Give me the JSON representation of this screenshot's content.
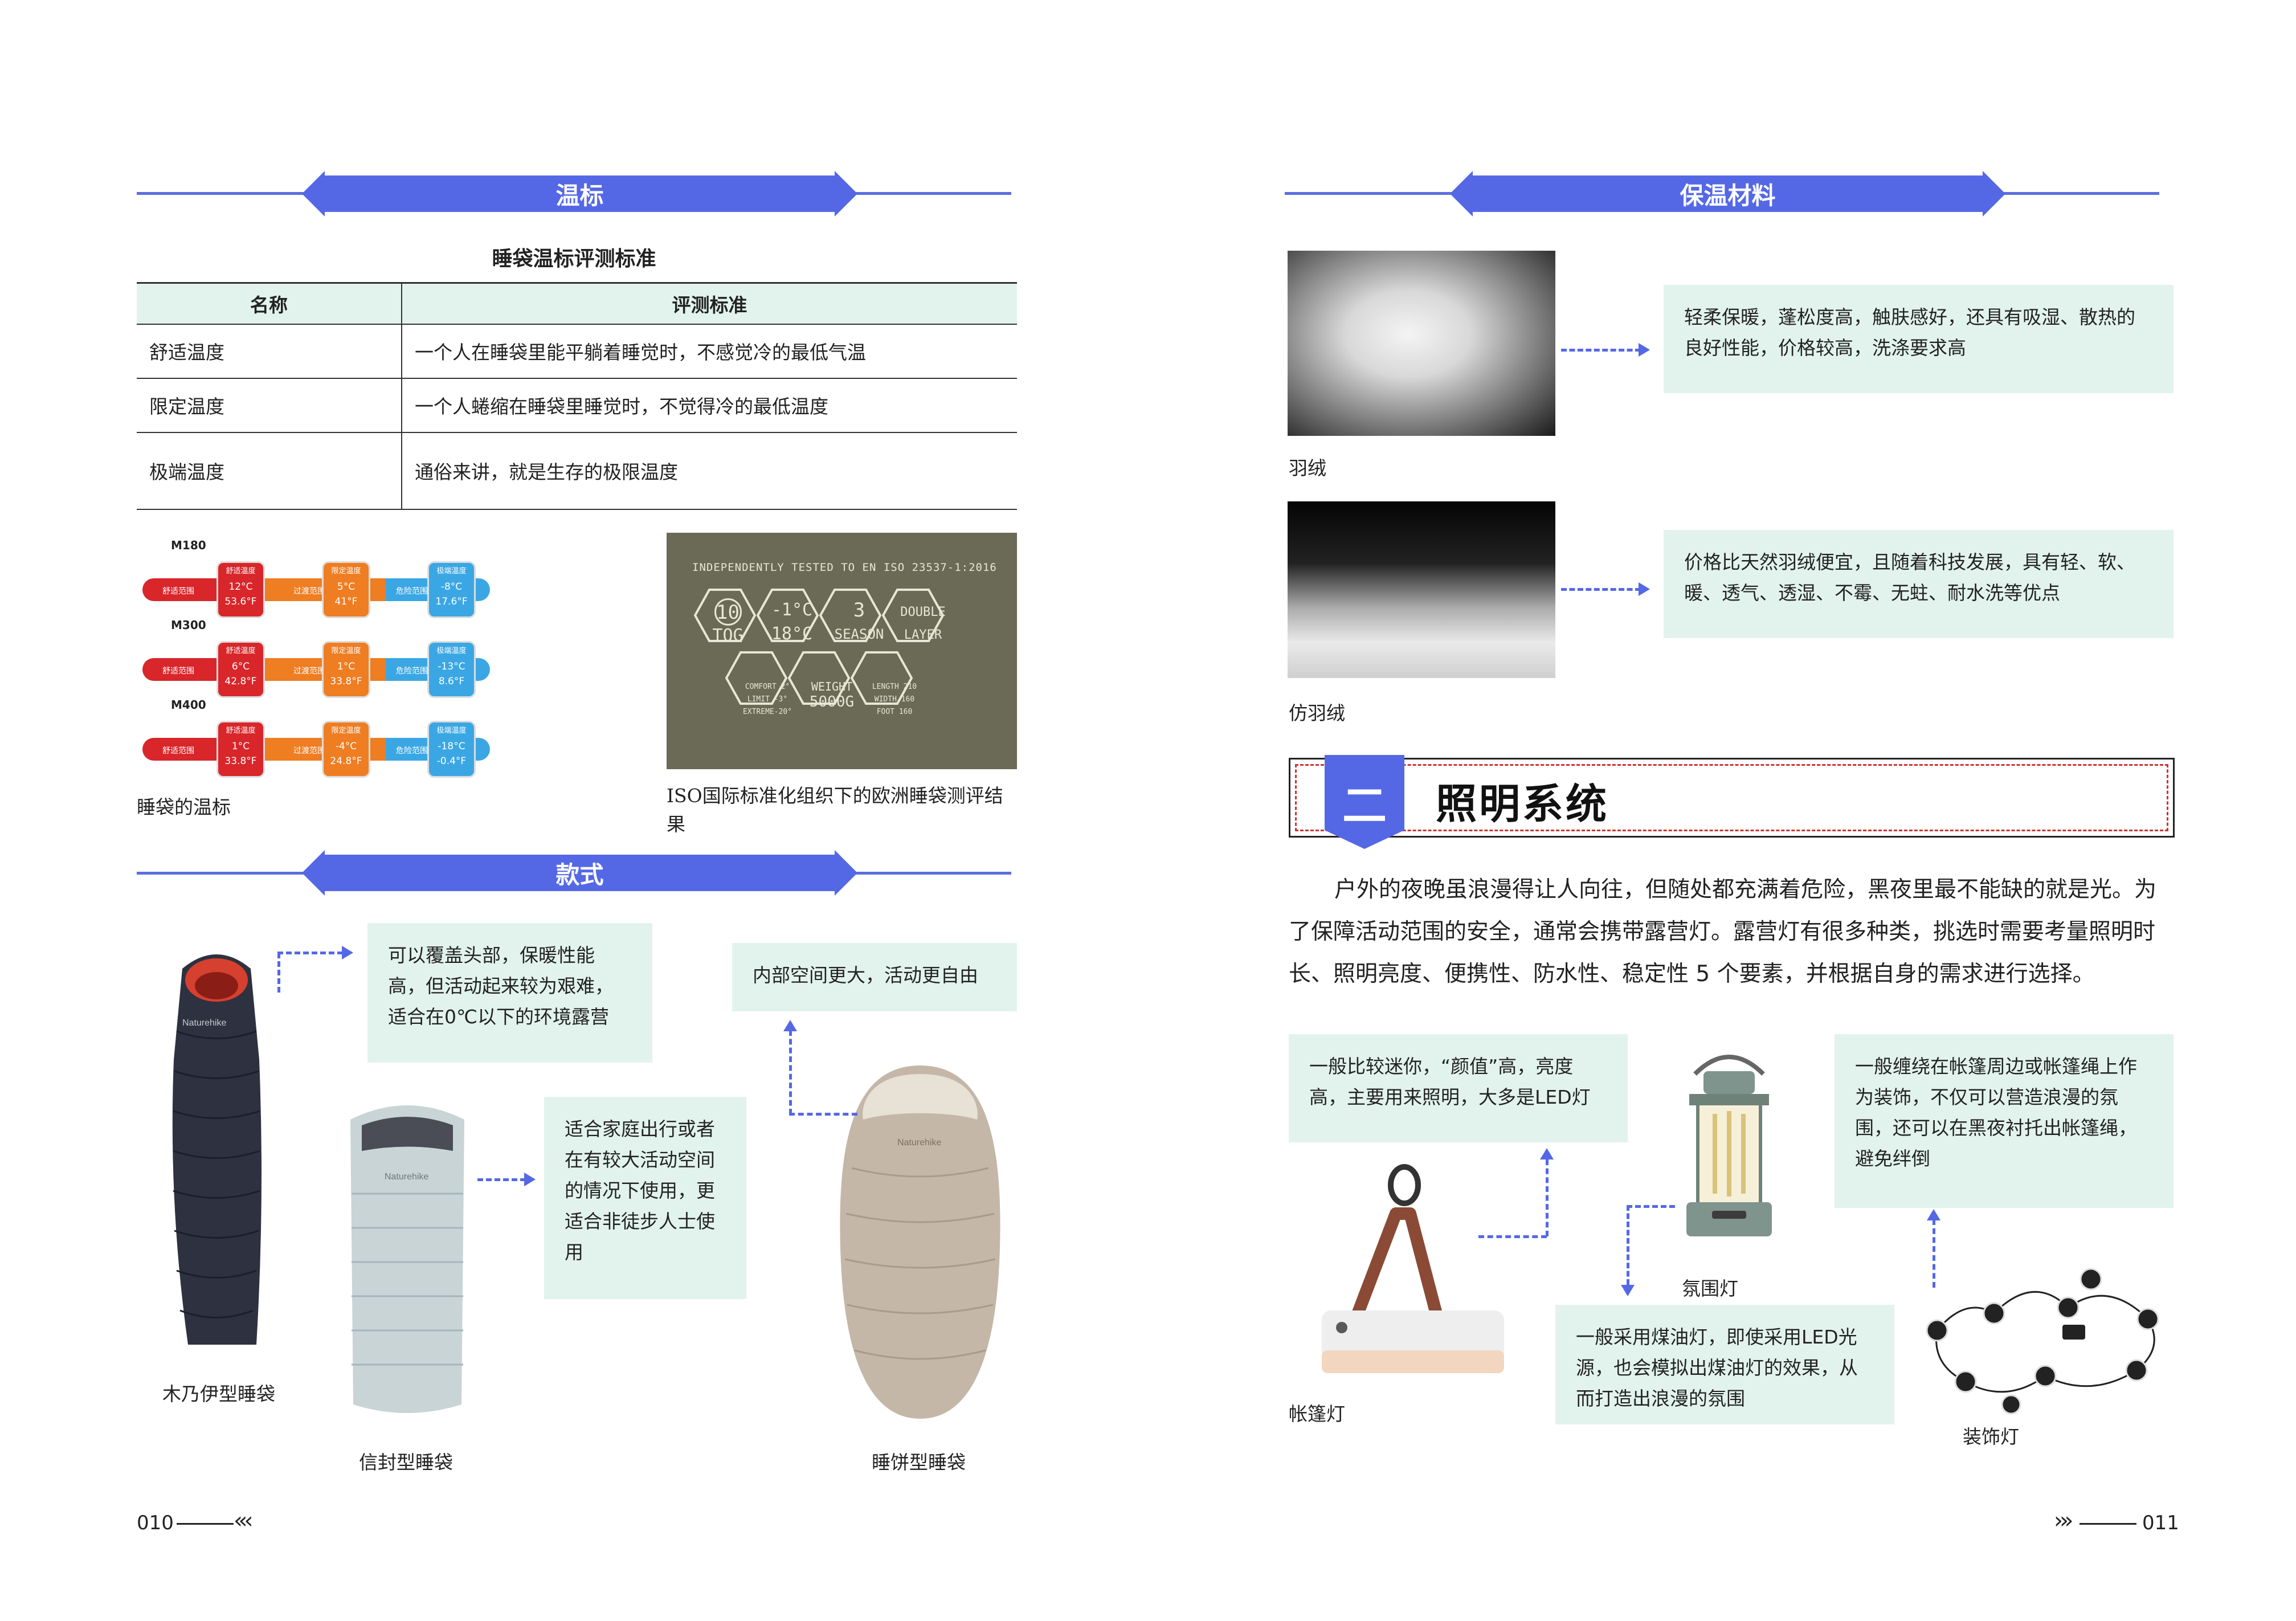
{
  "left_page": {
    "section_temp": "温标",
    "table_title": "睡袋温标评测标准",
    "table_headers": [
      "名称",
      "评测标准"
    ],
    "table_rows": [
      [
        "舒适温度",
        "一个人在睡袋里能平躺着睡觉时，不感觉冷的最低气温"
      ],
      [
        "限定温度",
        "一个人蜷缩在睡袋里睡觉时，不觉得冷的最低温度"
      ],
      [
        "极端温度",
        "通俗来讲，就是生存的极限温度"
      ]
    ],
    "scale": {
      "labels": {
        "comfort": "舒适温度",
        "transition": "过渡范围",
        "limit": "限定温度",
        "danger": "危险范围",
        "extreme": "极端温度",
        "comfort_range": "舒适范围"
      },
      "rows": [
        {
          "name": "M180",
          "comfort_c": "12°C",
          "comfort_f": "53.6°F",
          "limit_c": "5°C",
          "limit_f": "41°F",
          "extreme_c": "-8°C",
          "extreme_f": "17.6°F"
        },
        {
          "name": "M300",
          "comfort_c": "6°C",
          "comfort_f": "42.8°F",
          "limit_c": "1°C",
          "limit_f": "33.8°F",
          "extreme_c": "-13°C",
          "extreme_f": "8.6°F"
        },
        {
          "name": "M400",
          "comfort_c": "1°C",
          "comfort_f": "33.8°F",
          "limit_c": "-4°C",
          "limit_f": "24.8°F",
          "extreme_c": "-18°C",
          "extreme_f": "-0.4°F"
        }
      ]
    },
    "scale_caption": "睡袋的温标",
    "iso_label": {
      "header": "INDEPENDENTLY TESTED TO EN ISO 23537-1:2016",
      "tog_num": "10",
      "tog": "TOG",
      "temp1": "-1°C",
      "temp2": "18°C",
      "season_num": "3",
      "season": "SEASON",
      "double": "DOUBLE",
      "layer": "LAYER",
      "comfort": "COMFORT 2°",
      "limit": "LIMIT -3°",
      "extreme": "EXTREME-20°",
      "weight": "WEIGHT",
      "weight_val": "5000G",
      "length": "LENGTH 210",
      "width": "WIDTH 160",
      "foot": "FOOT 160"
    },
    "iso_caption": "ISO国际标准化组织下的欧洲睡袋测评结果",
    "section_style": "款式",
    "mummy_note": "可以覆盖头部，保暖性能高，但活动起来较为艰难，适合在0℃以下的环境露营",
    "envelope_note": "适合家庭出行或者在有较大活动空间的情况下使用，更适合非徒步人士使用",
    "pancake_note": "内部空间更大，活动更自由",
    "mummy_caption": "木乃伊型睡袋",
    "envelope_caption": "信封型睡袋",
    "pancake_caption": "睡饼型睡袋",
    "brand": "Naturehike",
    "page_number": "010"
  },
  "right_page": {
    "section_insulation": "保温材料",
    "down_note": "轻柔保暖，蓬松度高，触肤感好，还具有吸湿、散热的良好性能，价格较高，洗涤要求高",
    "down_caption": "羽绒",
    "synthetic_note": "价格比天然羽绒便宜，且随着科技发展，具有轻、软、暖、透气、透湿、不霉、无蛀、耐水洗等优点",
    "synthetic_caption": "仿羽绒",
    "chapter_num": "二",
    "chapter_title": "照明系统",
    "intro": "户外的夜晚虽浪漫得让人向往，但随处都充满着危险，黑夜里最不能缺的就是光。为了保障活动范围的安全，通常会携带露营灯。露营灯有很多种类，挑选时需要考量照明时长、照明亮度、便携性、防水性、稳定性 5 个要素，并根据自身的需求进行选择。",
    "tent_note": "一般比较迷你，“颜值”高，亮度高，主要用来照明，大多是LED灯",
    "tent_caption": "帐篷灯",
    "ambient_note": "一般采用煤油灯，即使采用LED光源，也会模拟出煤油灯的效果，从而打造出浪漫的氛围",
    "ambient_caption": "氛围灯",
    "deco_note": "一般缠绕在帐篷周边或帐篷绳上作为装饰，不仅可以营造浪漫的氛围，还可以在黑夜衬托出帐篷绳，避免绊倒",
    "deco_caption": "装饰灯",
    "page_number": "011"
  },
  "colors": {
    "accent": "#5468e6",
    "note_bg": "#e2f3ed",
    "comfort_red": "#d8262b",
    "limit_orange": "#ef7d22",
    "extreme_blue": "#3aa7e4"
  }
}
